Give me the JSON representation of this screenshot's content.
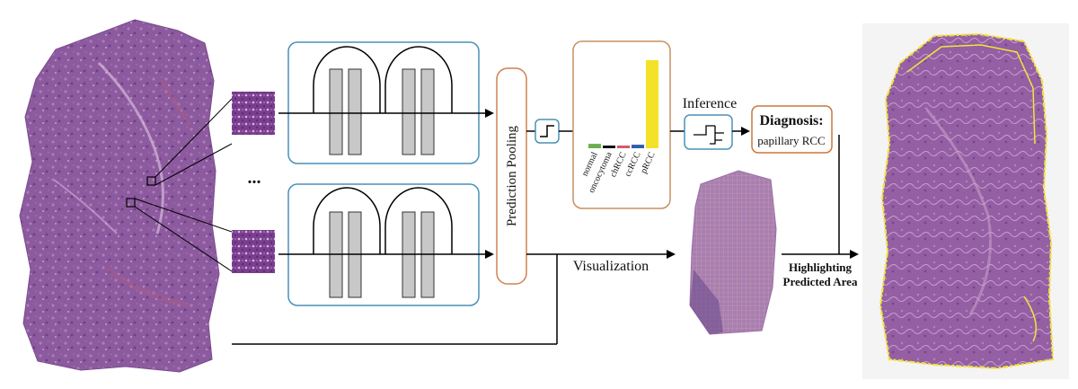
{
  "labels": {
    "ellipsis": "...",
    "prediction_pooling": "Prediction Pooling",
    "inference": "Inference",
    "visualization": "Visualization",
    "highlighting_line1": "Highlighting",
    "highlighting_line2": "Predicted Area",
    "diagnosis_line1": "Diagnosis:",
    "diagnosis_line2": "papillary RCC"
  },
  "colors": {
    "cnn_box_stroke": "#4a90b8",
    "pooling_stroke": "#d08050",
    "bar_box_stroke": "#c89060",
    "diag_box_stroke": "#c8783c",
    "tissue": "#8b5a9c",
    "highlight": "#f2e53a"
  },
  "chart_data": {
    "type": "bar",
    "categories": [
      "normal",
      "oncocytoma",
      "chRCC",
      "ccRCC",
      "pRCC"
    ],
    "values": [
      0.05,
      0.03,
      0.01,
      0.04,
      1.0
    ],
    "colors": [
      "#6ab04c",
      "#111111",
      "#d35a6a",
      "#2e5fa8",
      "#f3e22a"
    ],
    "title": "",
    "xlabel": "",
    "ylabel": "",
    "ylim": [
      0,
      1.0
    ]
  }
}
